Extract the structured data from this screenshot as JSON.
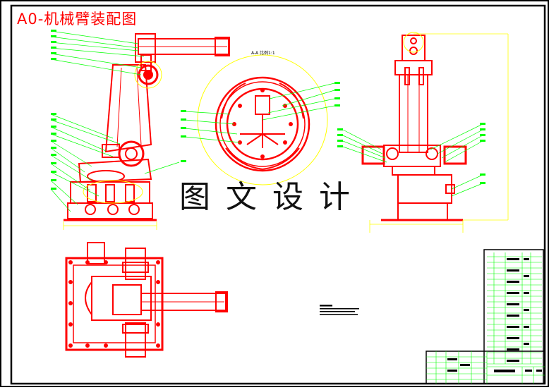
{
  "drawing": {
    "title": "A0-机械臂装配图",
    "watermark": "图文设计",
    "section_label": "A-A 比例1:1"
  },
  "colors": {
    "outline": "#ff0000",
    "leader": "#00ff00",
    "dimension": "#ffff00",
    "ink": "#000000",
    "frame": "#000000"
  }
}
